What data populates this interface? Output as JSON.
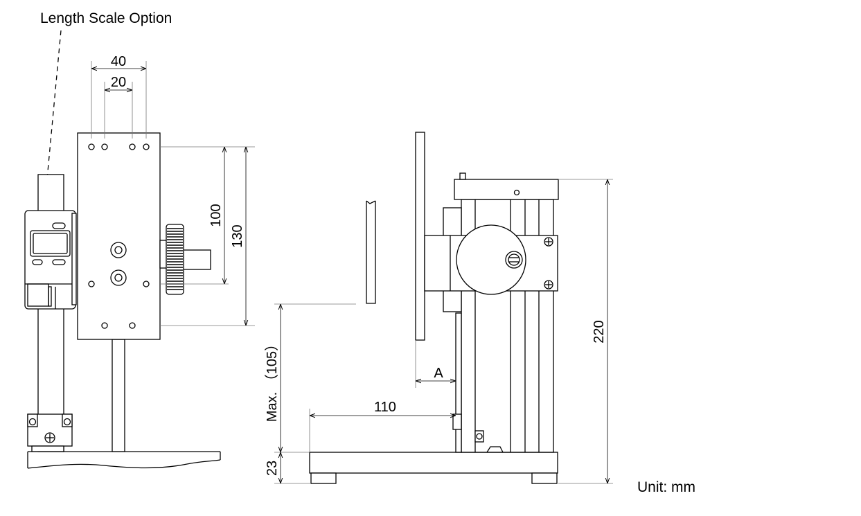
{
  "callout": {
    "label": "Length Scale Option"
  },
  "dimensions": {
    "top_width_outer": "40",
    "top_width_inner": "20",
    "hole_pitch": "100",
    "plate_height": "130",
    "total_height": "220",
    "max_stroke": "Max. （105）",
    "base_thickness": "23",
    "depth": "110",
    "gap": "A"
  },
  "unit_note": "Unit: mm"
}
